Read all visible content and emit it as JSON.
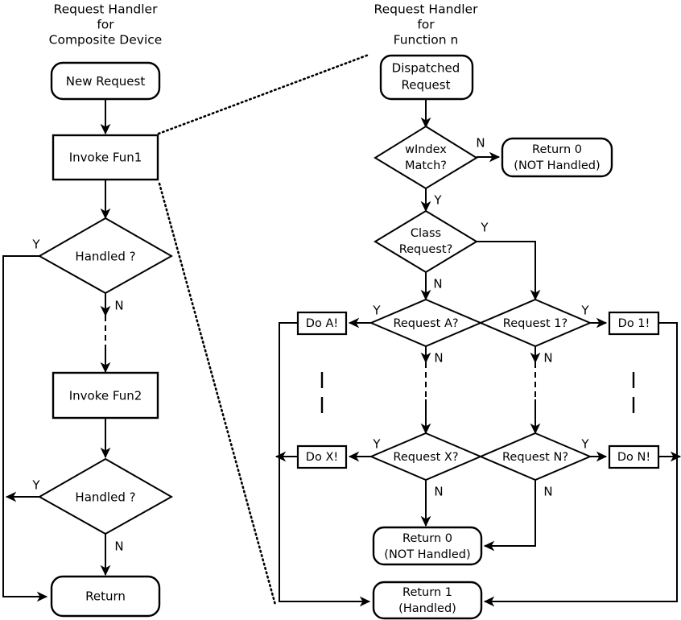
{
  "diagram": {
    "title_left": "Request Handler for Composite Device",
    "title_right": "Request Handler for Function n",
    "colors": {
      "stroke": "#000000",
      "fill": "#ffffff",
      "background": "#ffffff"
    }
  },
  "left": {
    "title_line1": "Request Handler",
    "title_line2": "for",
    "title_line3": "Composite Device",
    "nodes": {
      "new_request": "New Request",
      "invoke_fun1": "Invoke Fun1",
      "handled_1": "Handled ?",
      "invoke_fun2": "Invoke Fun2",
      "handled_2": "Handled ?",
      "return": "Return"
    },
    "labels": {
      "handled1_yes": "Y",
      "handled1_no": "N",
      "handled2_yes": "Y",
      "handled2_no": "N"
    }
  },
  "right": {
    "title_line1": "Request Handler",
    "title_line2": "for",
    "title_line3": "Function n",
    "nodes": {
      "dispatched_request_l1": "Dispatched",
      "dispatched_request_l2": "Request",
      "windex_match_l1": "wIndex",
      "windex_match_l2": "Match?",
      "return0_top_l1": "Return 0",
      "return0_top_l2": "(NOT Handled)",
      "class_request_l1": "Class",
      "class_request_l2": "Request?",
      "request_a": "Request A?",
      "request_1": "Request 1?",
      "request_x": "Request X?",
      "request_n": "Request N?",
      "do_a": "Do A!",
      "do_1": "Do 1!",
      "do_x": "Do X!",
      "do_n": "Do N!",
      "return0_bottom_l1": "Return 0",
      "return0_bottom_l2": "(NOT Handled)",
      "return1_l1": "Return 1",
      "return1_l2": "(Handled)"
    },
    "labels": {
      "windex_no": "N",
      "windex_yes": "Y",
      "class_yes": "Y",
      "class_no": "N",
      "req_a_yes": "Y",
      "req_a_no": "N",
      "req_1_yes": "Y",
      "req_1_no": "N",
      "req_x_yes": "Y",
      "req_x_no": "N",
      "req_n_yes": "Y",
      "req_n_no": "N"
    }
  }
}
